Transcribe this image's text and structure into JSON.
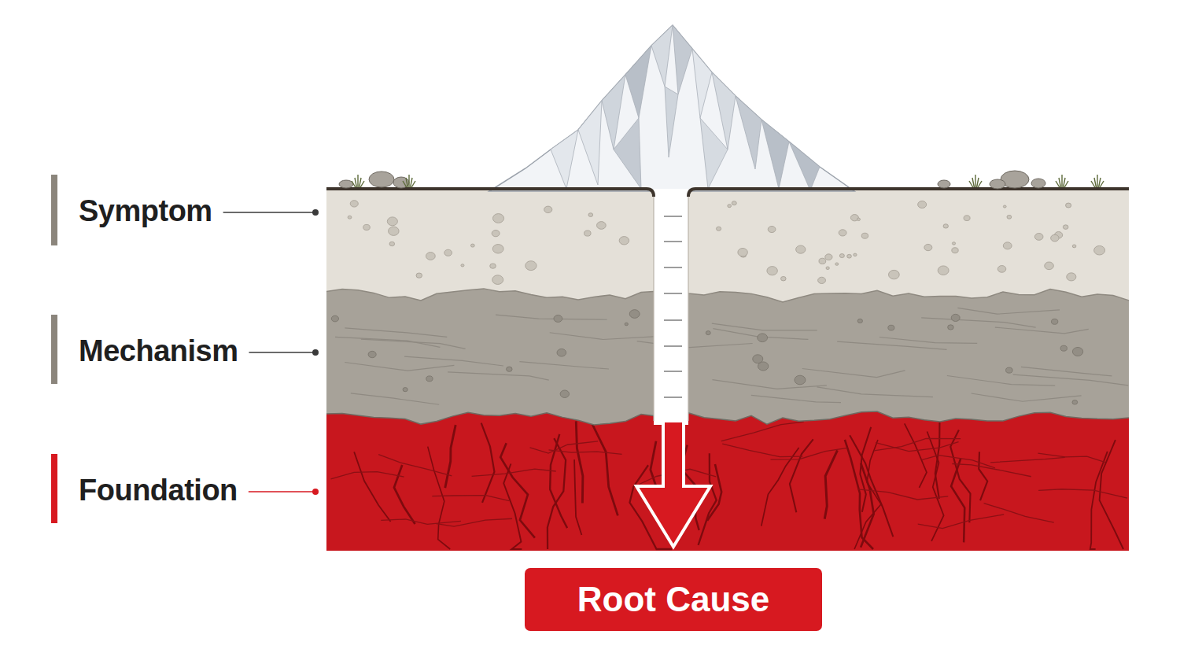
{
  "diagram": {
    "nodes": [
      {
        "text": [
          "Root Cause"
        ]
      }
    ],
    "labels": [
      "Symptom",
      "Mechanism",
      "Foundation"
    ]
  }
}
